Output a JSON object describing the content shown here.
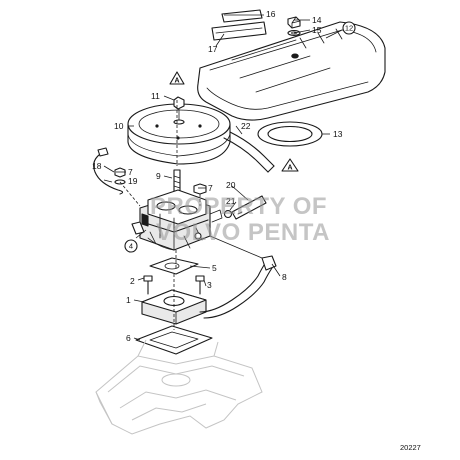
{
  "diagram": {
    "reference_number": "20227",
    "watermark_lines": [
      "PROPERTY OF",
      "VOLVO PENTA"
    ],
    "section_marker": "A",
    "callouts": {
      "p1": "1",
      "p2": "2",
      "p3": "3",
      "p4": "4",
      "p5": "5",
      "p6": "6",
      "p7a": "7",
      "p7b": "7",
      "p8": "8",
      "p9": "9",
      "p10": "10",
      "p11": "11",
      "p12": "12",
      "p13": "13",
      "p14": "14",
      "p15": "15",
      "p16": "16",
      "p17": "17",
      "p18": "18",
      "p19": "19",
      "p20": "20",
      "p21": "21",
      "p22": "22"
    }
  }
}
